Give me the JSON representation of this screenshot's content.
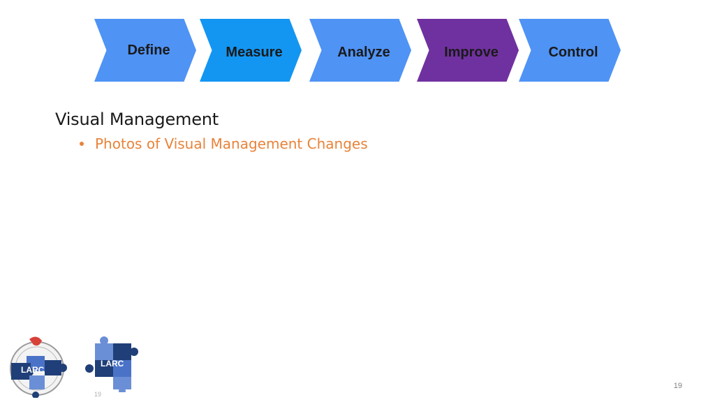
{
  "process": {
    "steps": [
      {
        "label": "Define",
        "color": "#4f93f5"
      },
      {
        "label": "Measure",
        "color": "#1396f2"
      },
      {
        "label": "Analyze",
        "color": "#4f93f5"
      },
      {
        "label": "Improve",
        "color": "#7031a0",
        "state": "current"
      },
      {
        "label": "Control",
        "color": "#4f93f5"
      }
    ]
  },
  "content": {
    "title": "Visual Management",
    "bullets": [
      {
        "text": "Photos of Visual Management Changes",
        "color": "#e8833a"
      }
    ]
  },
  "logos": {
    "seal_text": "LARC",
    "puzzle_text": "LARC",
    "icons": [
      "larc-seal-puzzle-logo",
      "larc-puzzle-logo"
    ]
  },
  "footer": {
    "small_page_number": "19",
    "page_number": "19"
  }
}
